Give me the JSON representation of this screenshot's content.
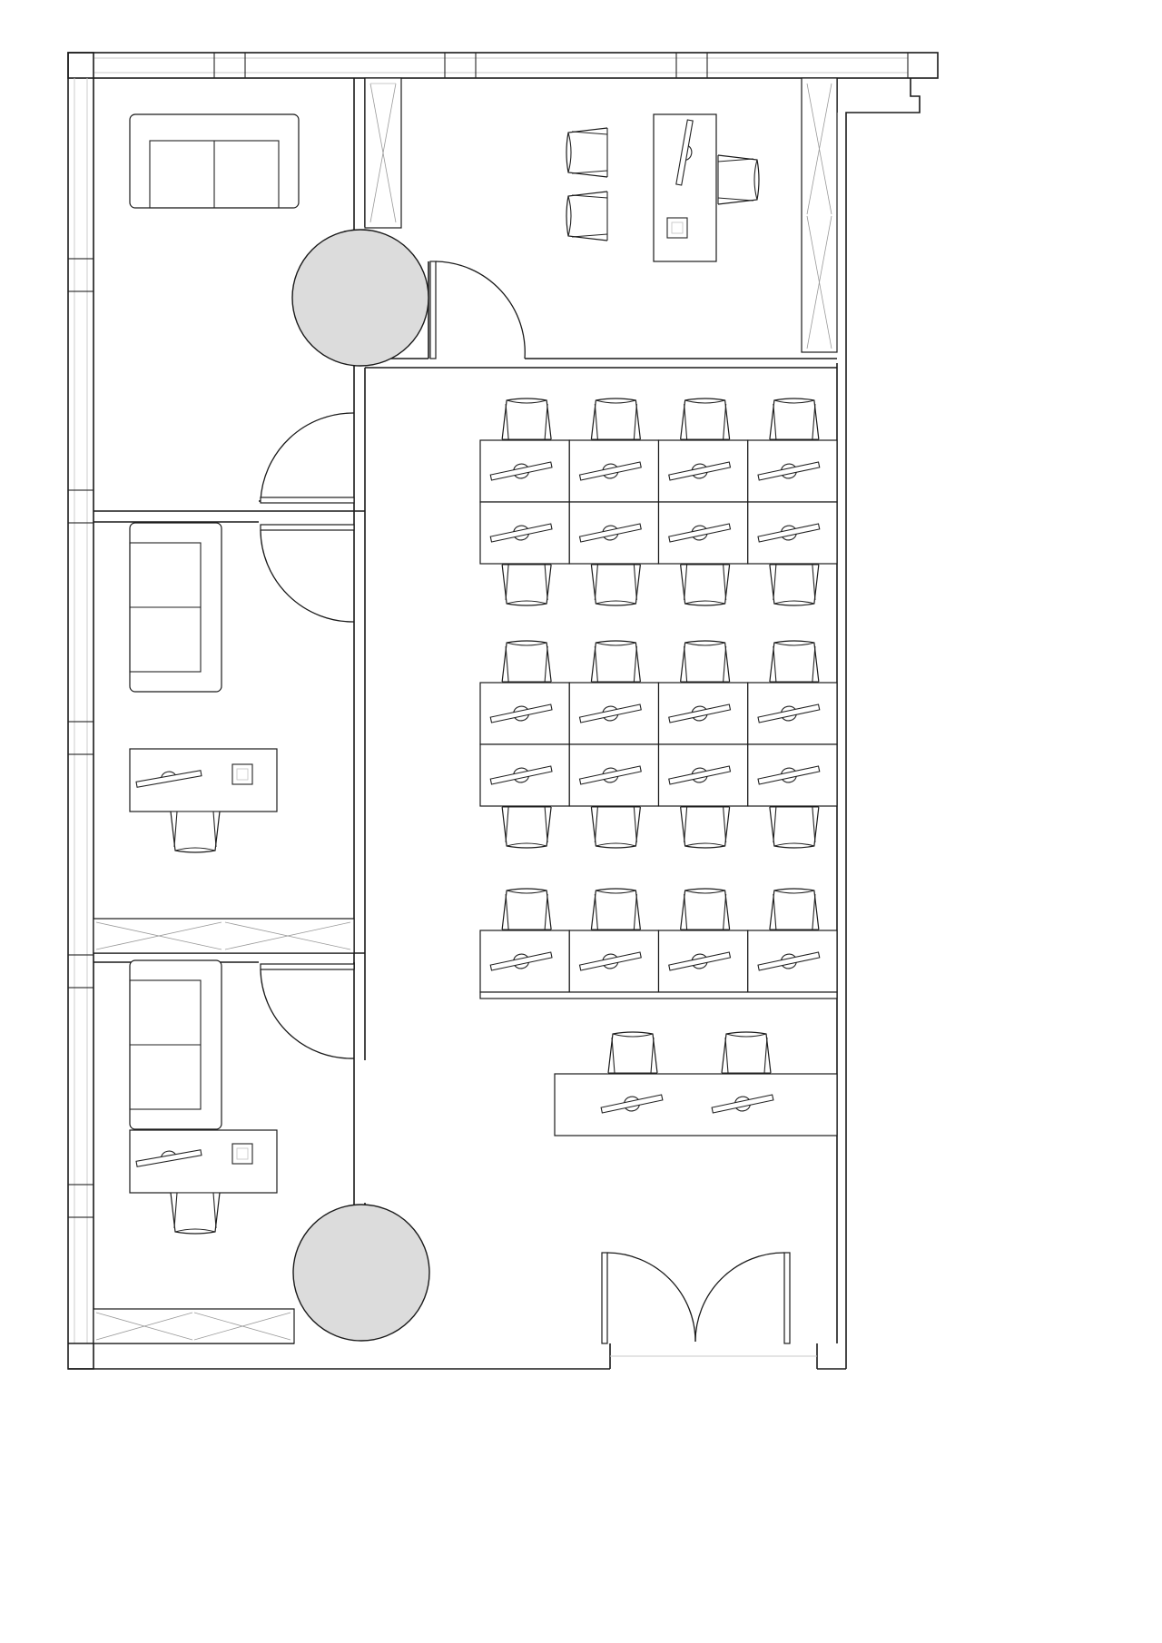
{
  "diagram": {
    "type": "office-floor-plan",
    "rooms": [
      {
        "id": "office-top-left",
        "furniture": [
          "sofa"
        ]
      },
      {
        "id": "office-top-right",
        "furniture": [
          "desk",
          "monitor",
          "desk-chair",
          "guest-chair",
          "guest-chair",
          "cabinet"
        ]
      },
      {
        "id": "office-middle-left",
        "furniture": [
          "sofa",
          "desk",
          "monitor",
          "desk-chair",
          "cabinet"
        ]
      },
      {
        "id": "office-bottom-left",
        "furniture": [
          "sofa",
          "desk",
          "monitor",
          "desk-chair",
          "cabinet"
        ]
      },
      {
        "id": "open-plan-area",
        "furniture": [
          "workstation-cluster",
          "workstation-cluster",
          "workstation-row",
          "reception-desk"
        ]
      }
    ],
    "workstation_clusters": [
      {
        "rows": 2,
        "cols": 4
      },
      {
        "rows": 2,
        "cols": 4
      },
      {
        "rows": 1,
        "cols": 4
      }
    ],
    "reception_seats": 2,
    "columns": 2,
    "entrance": "double-door",
    "colors": {
      "wall": "#1a1a1a",
      "column": "#dcdcdc",
      "guide": "#c9c9c9",
      "background": "#ffffff"
    }
  }
}
